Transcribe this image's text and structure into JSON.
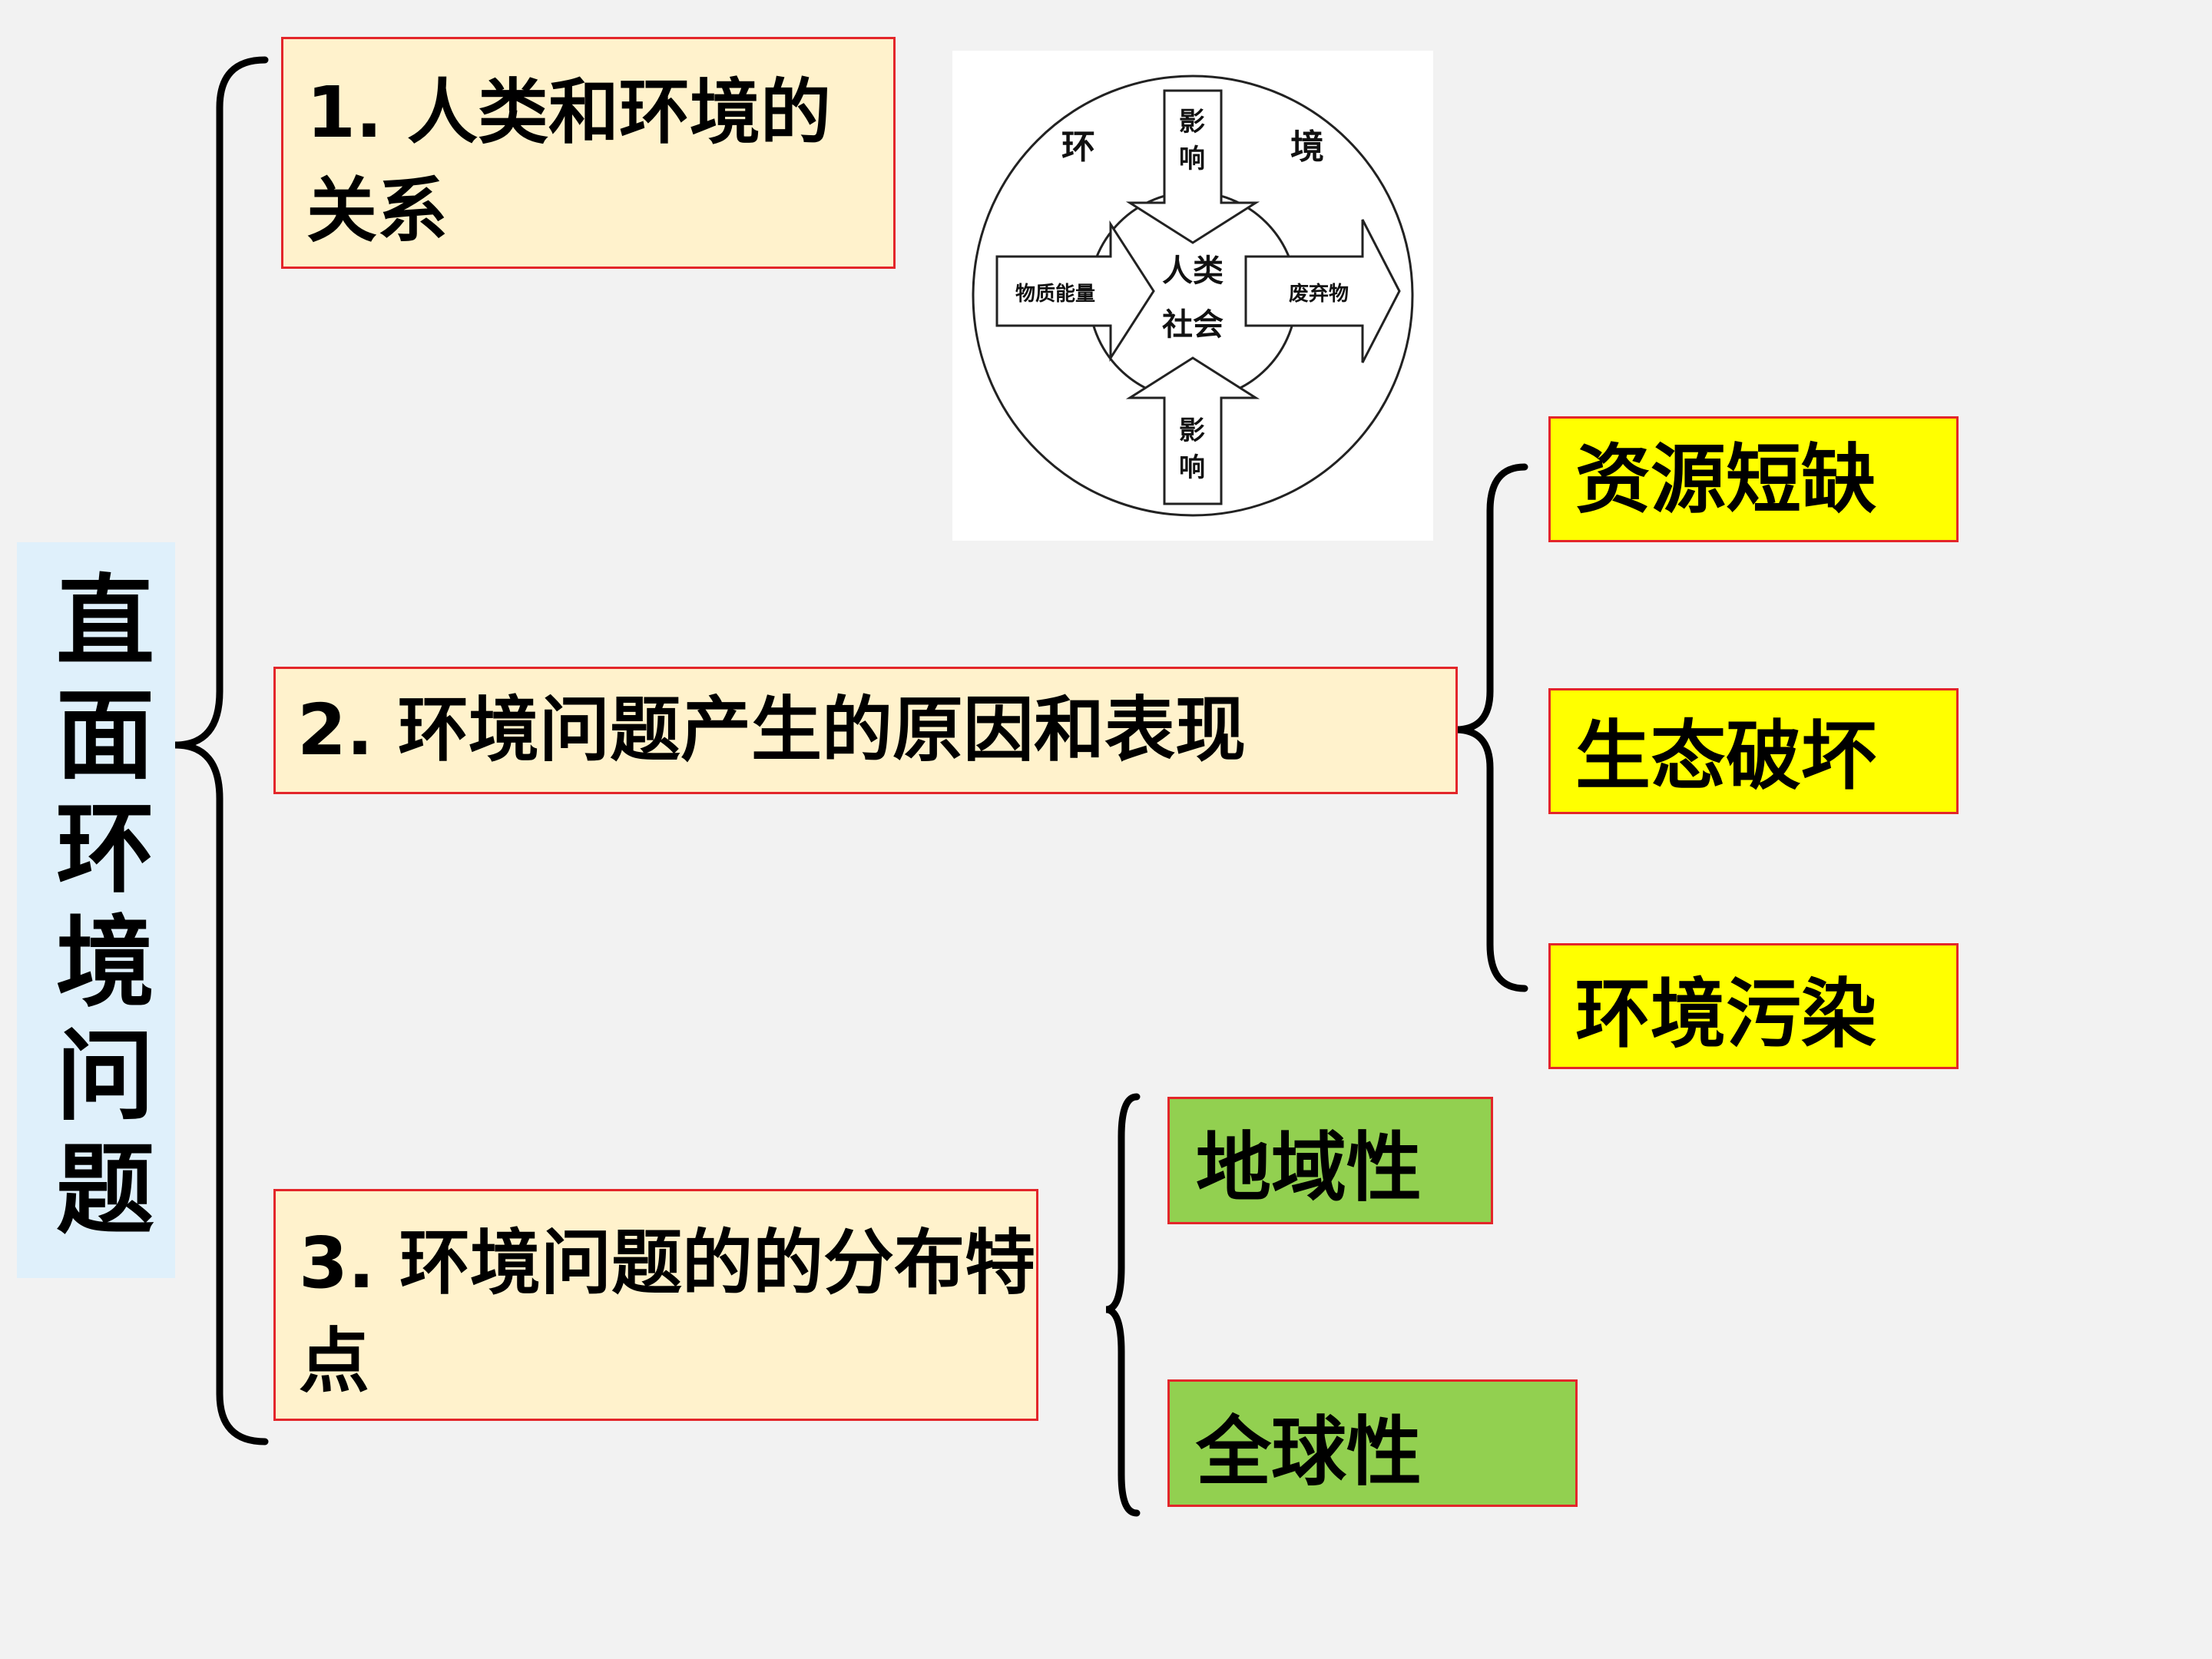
{
  "title": "直面环境问题",
  "branches": [
    {
      "label": "1. 人类和环境的关系"
    },
    {
      "label": "2. 环境问题产生的原因和表现"
    },
    {
      "label": "3. 环境问题的的分布特点"
    }
  ],
  "causes": [
    "资源短缺",
    "生态破坏",
    "环境污染"
  ],
  "distribution": [
    "地域性",
    "全球性"
  ],
  "diagram": {
    "outer_left": "环",
    "outer_right": "境",
    "top_arrow": [
      "影",
      "响"
    ],
    "bottom_arrow": [
      "影",
      "响"
    ],
    "left_arrow": "物质能量",
    "right_arrow": "废弃物",
    "center": [
      "人类",
      "社会"
    ]
  },
  "colors": {
    "background": "#f2f2f2",
    "title_bg": "#dff0fb",
    "branch_bg": "#fff2cc",
    "cause_bg": "#ffff00",
    "distribution_bg": "#92d050",
    "border": "#e3262a"
  }
}
